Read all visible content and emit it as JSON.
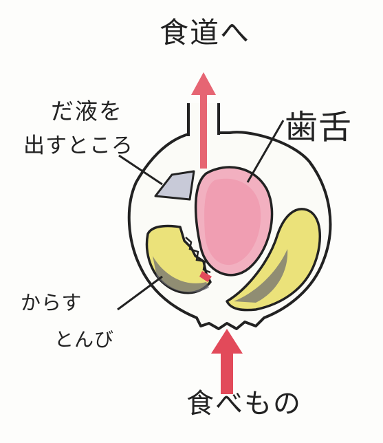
{
  "labels": {
    "top": "食道へ",
    "right": "歯舌",
    "left_line1": "だ液を",
    "left_line2": "出すところ",
    "bottom_left_line1": "からす",
    "bottom_left_line2": "とんび",
    "bottom": "食べもの"
  },
  "colors": {
    "outline": "#222222",
    "arrow": "#e24a5a",
    "tongue": "#f0a0b4",
    "jaw_yellow": "#e6dc4b",
    "gland": "#c8cad8",
    "shadow": "#6a6a70"
  }
}
